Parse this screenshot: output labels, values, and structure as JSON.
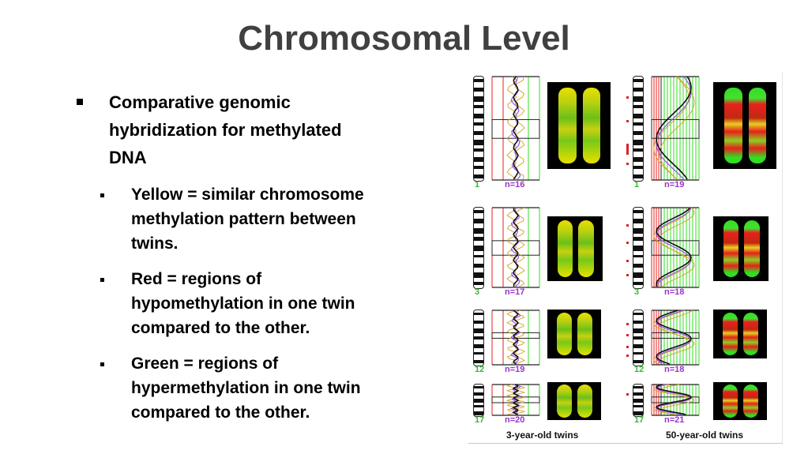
{
  "slide": {
    "title": "Chromosomal Level",
    "bullets": [
      {
        "level": 1,
        "text": "Comparative genomic hybridization for methylated DNA",
        "lines": [
          "Comparative genomic",
          "hybridization for methylated",
          "DNA"
        ]
      },
      {
        "level": 2,
        "text": "Yellow = similar chromosome methylation pattern between twins.",
        "lines": [
          "Yellow = similar chromosome",
          "methylation pattern between",
          "twins."
        ]
      },
      {
        "level": 2,
        "text": "Red = regions of hypomethylation in one twin compared to the other.",
        "lines": [
          "Red = regions of",
          "hypomethylation in one twin",
          "compared to the other."
        ]
      },
      {
        "level": 2,
        "text": "Green = regions of hypermethylation in one twin compared to the other.",
        "lines": [
          "Green = regions of",
          "hypermethylation in one twin",
          "compared to the other."
        ]
      }
    ]
  },
  "figure": {
    "columns": [
      {
        "caption": "3-year-old twins",
        "panels": [
          {
            "chromosome": "1",
            "n": "n=16",
            "pattern": "yellow"
          },
          {
            "chromosome": "3",
            "n": "n=17",
            "pattern": "yellow"
          },
          {
            "chromosome": "12",
            "n": "n=19",
            "pattern": "yellow"
          },
          {
            "chromosome": "17",
            "n": "n=20",
            "pattern": "yellow"
          }
        ]
      },
      {
        "caption": "50-year-old twins",
        "panels": [
          {
            "chromosome": "1",
            "n": "n=19",
            "pattern": "red-green"
          },
          {
            "chromosome": "3",
            "n": "n=18",
            "pattern": "red-green"
          },
          {
            "chromosome": "12",
            "n": "n=18",
            "pattern": "red-green"
          },
          {
            "chromosome": "17",
            "n": "n=21",
            "pattern": "red-green"
          }
        ]
      }
    ],
    "colors": {
      "similar": "#e8e000",
      "hypo": "#e8201c",
      "hyper": "#33dd22",
      "n_label": "#9933cc",
      "chr_label": "#33bb33"
    }
  }
}
